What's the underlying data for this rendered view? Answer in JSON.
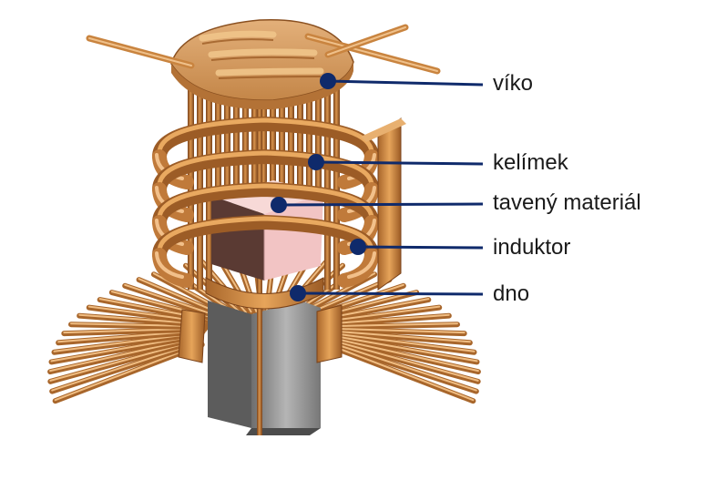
{
  "labels": {
    "lid": "víko",
    "crucible": "kelímek",
    "melt": "tavený materiál",
    "inductor": "induktor",
    "bottom": "dno"
  },
  "colors": {
    "leader": "#0f2a6b",
    "dot": "#0f2a6b",
    "copper_light": "#e8a95c",
    "copper": "#c9843f",
    "copper_dark": "#8a4f1e",
    "melt": "#f3c9c9",
    "steel": "#8f8f8f"
  }
}
